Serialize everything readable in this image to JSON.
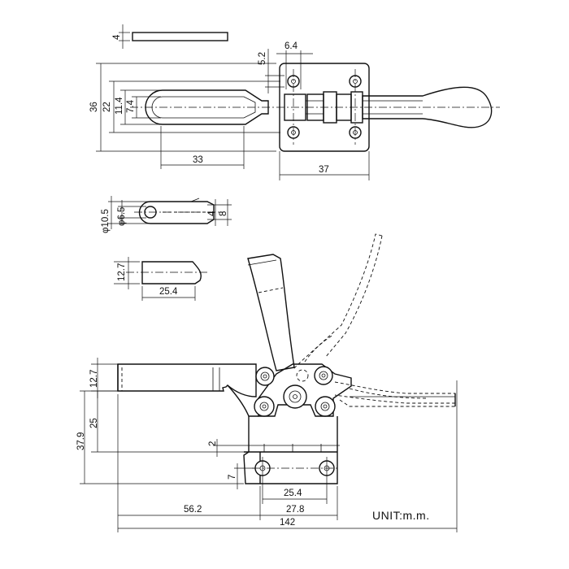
{
  "dimensions": {
    "plate_thickness": "4",
    "hole_offset": "5.2",
    "hole_pitch_small": "6.4",
    "overall_width_top": "36",
    "slot_width_outer": "22",
    "slot_width": "11.4",
    "slot_width_inner": "7.4",
    "slot_length": "33",
    "base_length": "37",
    "eye_diameter_outer": "φ10.5",
    "eye_diameter_inner": "φ6.5",
    "eye_thickness_a": "4",
    "eye_thickness_b": "8",
    "spindle_height": "12.7",
    "spindle_length": "25.4",
    "bar_height": "12.7",
    "bar_to_base": "25",
    "overall_height": "37.9",
    "base_thickness": "2",
    "hole_height": "7",
    "hole_spacing": "25.4",
    "base_width": "27.8",
    "bar_extension": "56.2",
    "overall_length": "142"
  },
  "unit_label": "UNIT:m.m."
}
